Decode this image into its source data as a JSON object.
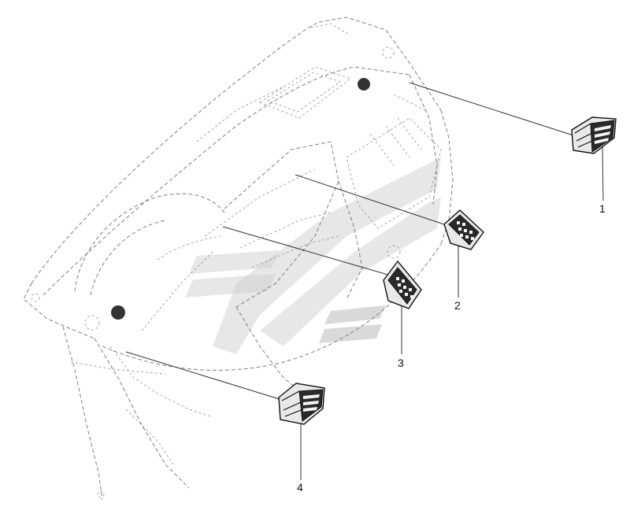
{
  "diagram": {
    "callouts": [
      {
        "id": 1,
        "label": "1"
      },
      {
        "id": 2,
        "label": "2"
      },
      {
        "id": 3,
        "label": "3"
      },
      {
        "id": 4,
        "label": "4"
      }
    ],
    "colors": {
      "line": "#8a8a8a",
      "part": "#111111",
      "watermark": "#b9b9b9"
    }
  }
}
